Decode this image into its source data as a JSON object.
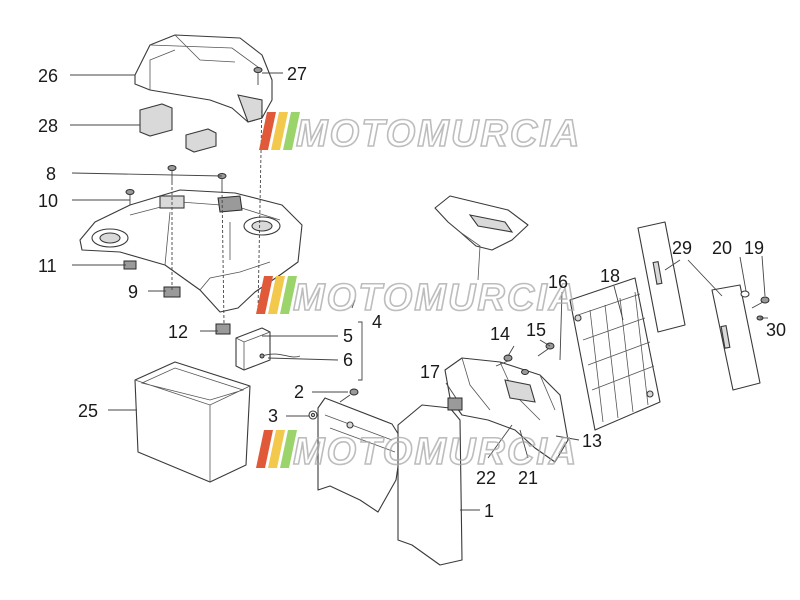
{
  "watermark": {
    "text": "MOTOMURCIA",
    "stripe_colors": [
      "#e05a3a",
      "#f2c94c",
      "#9bd46a"
    ]
  },
  "callouts": {
    "c1": "1",
    "c2": "2",
    "c3": "3",
    "c4": "4",
    "c5": "5",
    "c6": "6",
    "c8": "8",
    "c9": "9",
    "c10": "10",
    "c11": "11",
    "c12": "12",
    "c13": "13",
    "c14": "14",
    "c15": "15",
    "c16": "16",
    "c17": "17",
    "c18": "18",
    "c19": "19",
    "c20": "20",
    "c21": "21",
    "c22": "22",
    "c25": "25",
    "c26": "26",
    "c27": "27",
    "c28": "28",
    "c29": "29",
    "c30": "30"
  }
}
